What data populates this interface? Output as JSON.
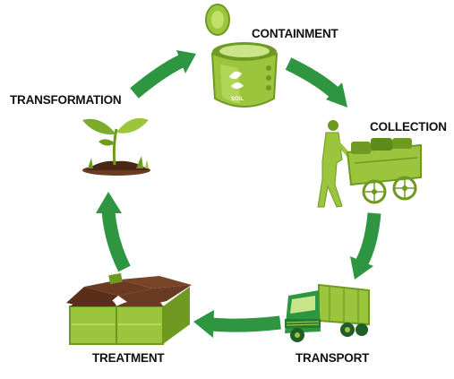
{
  "stages": [
    {
      "key": "containment",
      "label": "CONTAINMENT",
      "icon": "toilet-icon"
    },
    {
      "key": "collection",
      "label": "COLLECTION",
      "icon": "worker-cart-icon"
    },
    {
      "key": "transport",
      "label": "TRANSPORT",
      "icon": "truck-icon"
    },
    {
      "key": "treatment",
      "label": "TREATMENT",
      "icon": "compost-bins-icon"
    },
    {
      "key": "transformation",
      "label": "TRANSFORMATION",
      "icon": "sprout-icon"
    }
  ],
  "toilet_brand_text": "SOIL",
  "colors": {
    "arrow": "#2e9540",
    "arrow_dark": "#247a33",
    "lime": "#9bc53d",
    "lime_light": "#bfe06a",
    "lime_dark": "#6e9a22",
    "soil": "#6a3a22",
    "soil_dark": "#4a2614",
    "label": "#111111"
  }
}
